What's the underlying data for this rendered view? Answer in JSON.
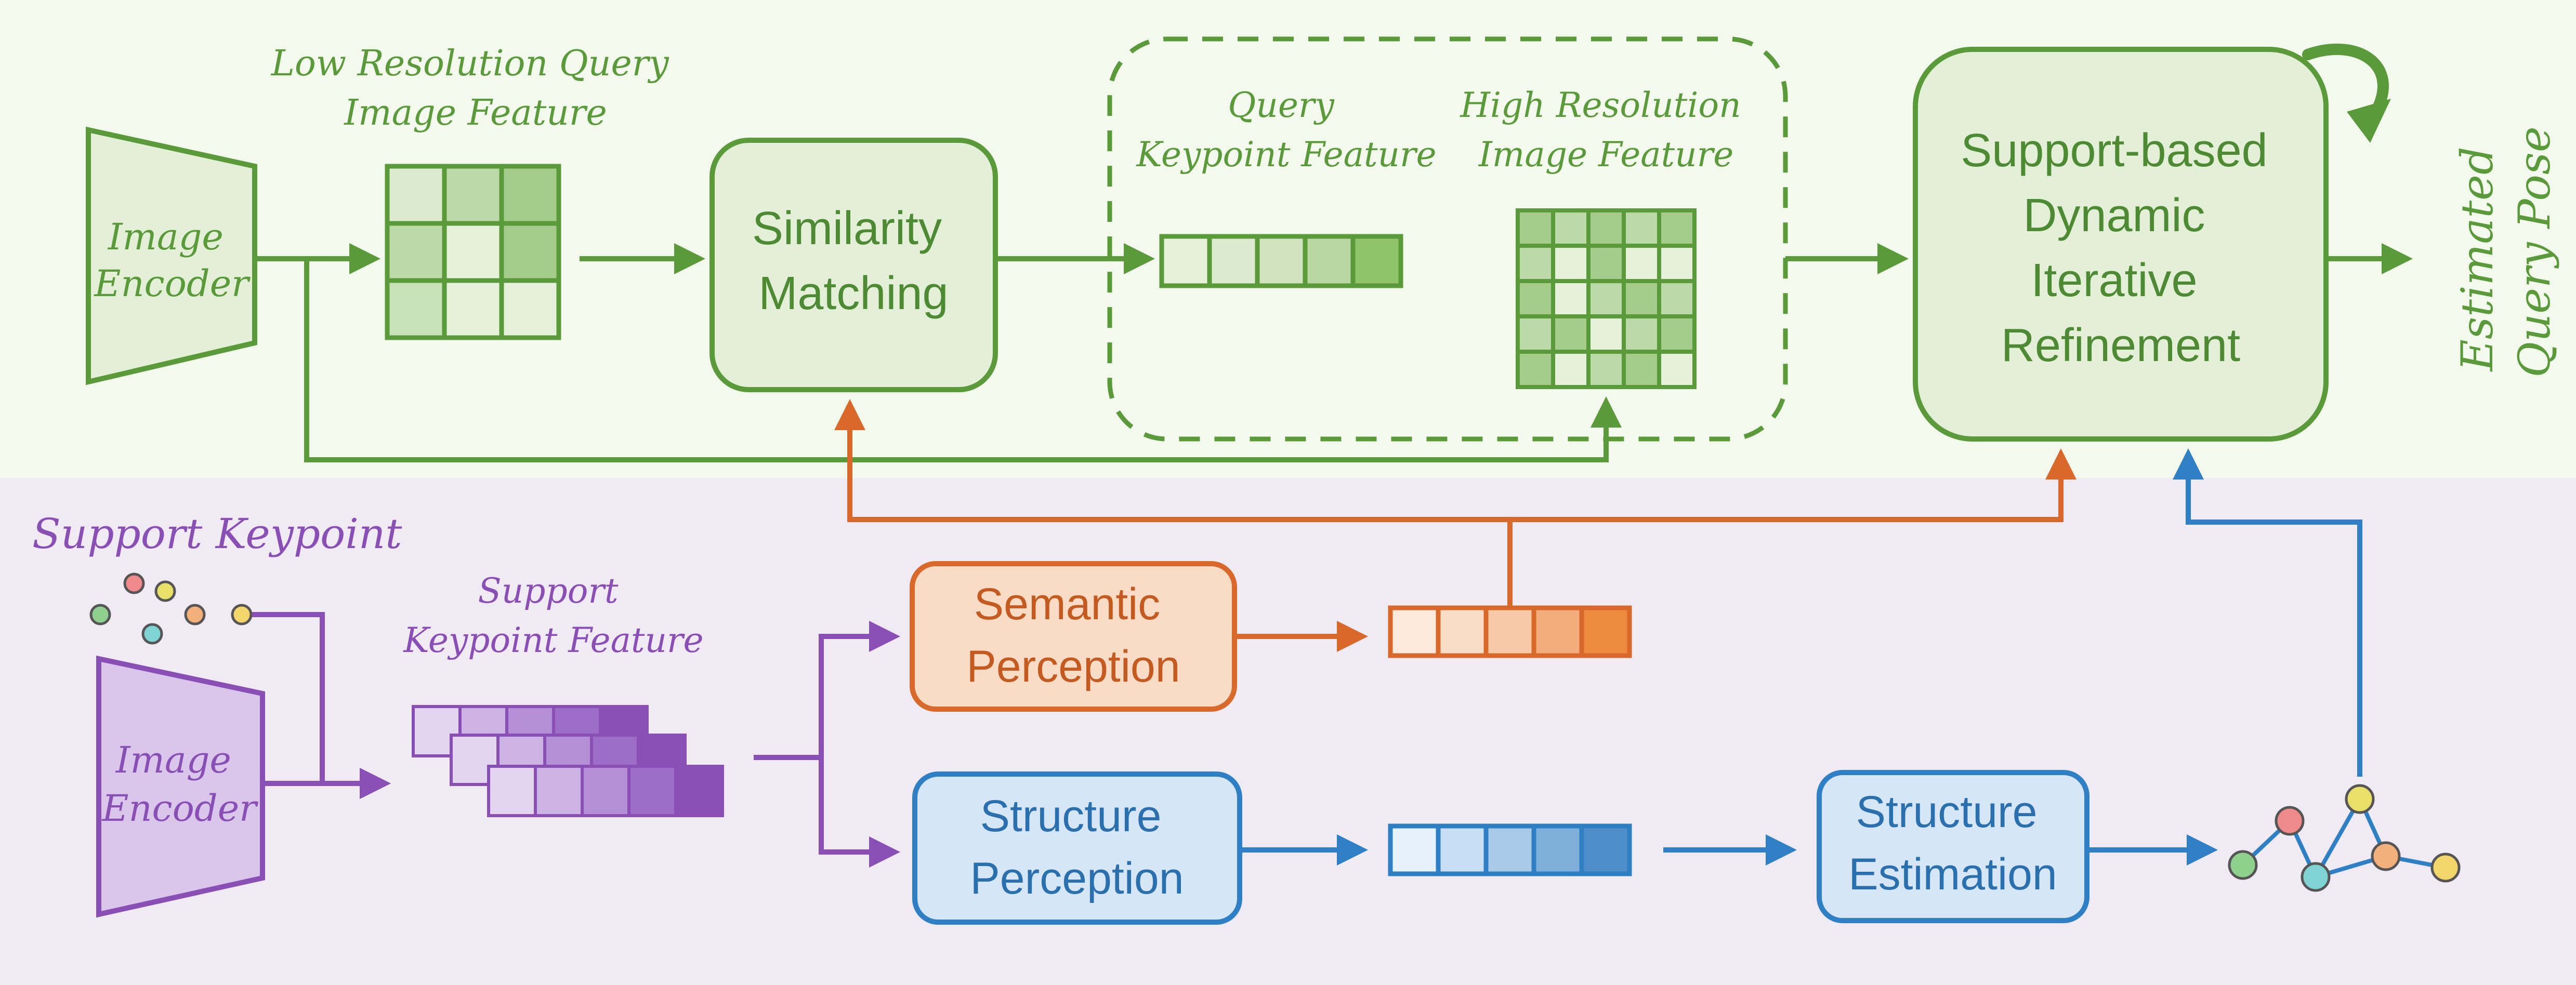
{
  "query_branch": {
    "image_encoder": [
      "Image",
      "Encoder"
    ],
    "low_res_feature": [
      "Low Resolution Query",
      "Image Feature"
    ],
    "similarity_matching": [
      "Similarity",
      "Matching"
    ],
    "query_keypoint_feature": [
      "Query",
      "Keypoint Feature"
    ],
    "high_res_feature": [
      "High Resolution",
      "Image Feature"
    ],
    "refinement": [
      "Support-based",
      "Dynamic",
      "Iterative",
      "Refinement"
    ],
    "output": [
      "Estimated",
      "Query Pose"
    ]
  },
  "support_branch": {
    "support_keypoint": "Support Keypoint",
    "image_encoder": [
      "Image",
      "Encoder"
    ],
    "support_keypoint_feature": [
      "Support",
      "Keypoint Feature"
    ],
    "semantic_perception": [
      "Semantic",
      "Perception"
    ],
    "structure_perception": [
      "Structure",
      "Perception"
    ],
    "structure_estimation": [
      "Structure",
      "Estimation"
    ]
  },
  "colors": {
    "green": "#5a9a3a",
    "green_fill": "#e3efd6",
    "green_bg": "#f4f9ee",
    "purple": "#8a4fb5",
    "purple_fill": "#d9c6ea",
    "purple_bg": "#f0eaf5",
    "orange": "#d9692a",
    "orange_fill": "#fadcc6",
    "blue": "#2f7fc4",
    "blue_fill": "#d6e6f6"
  }
}
